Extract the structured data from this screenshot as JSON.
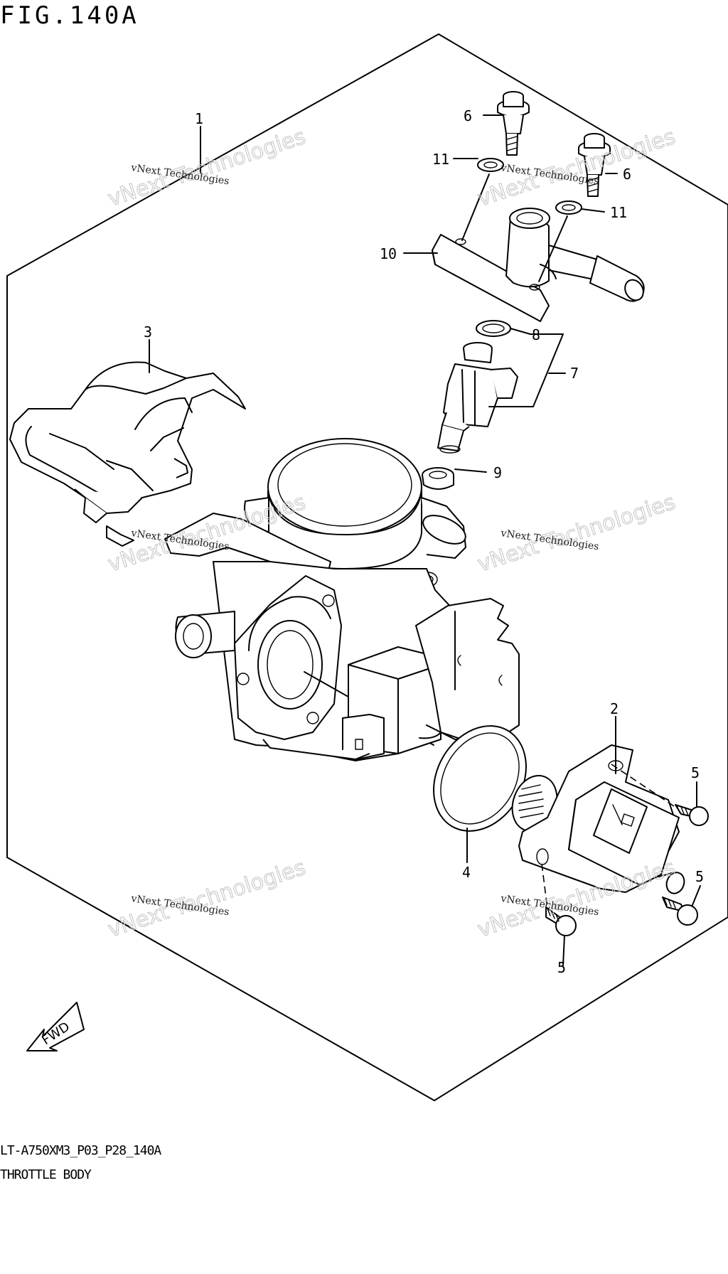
{
  "figure": {
    "title": "FIG.140A",
    "code": "LT-A750XM3_P03_P28_140A",
    "name": "THROTTLE BODY"
  },
  "fwd_label": "FWD",
  "watermark": {
    "line1": "vNext Technologies",
    "line2": "vNext Technologies"
  },
  "callouts": {
    "c1": "1",
    "c2": "2",
    "c3": "3",
    "c4": "4",
    "c5a": "5",
    "c5b": "5",
    "c5c": "5",
    "c6a": "6",
    "c6b": "6",
    "c7": "7",
    "c8": "8",
    "c9": "9",
    "c10": "10",
    "c11a": "11",
    "c11b": "11"
  }
}
